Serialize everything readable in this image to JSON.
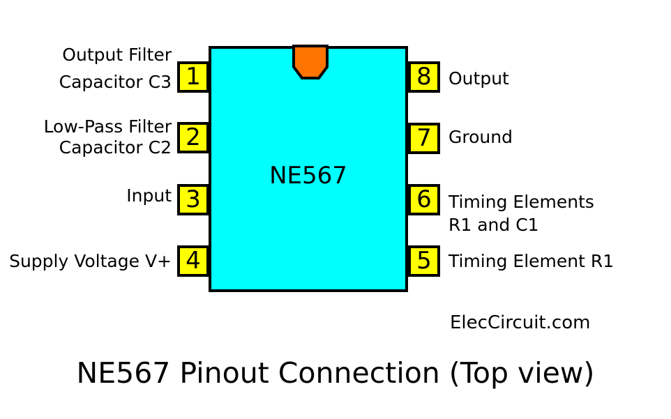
{
  "ic": {
    "name": "NE567",
    "body_color": "#00ffff",
    "pin_color": "#ffff00",
    "notch_color": "#ff7300"
  },
  "pins": {
    "left": [
      {
        "number": "1",
        "label": "Output Filter\nCapacitor C3"
      },
      {
        "number": "2",
        "label": "Low-Pass Filter\nCapacitor C2"
      },
      {
        "number": "3",
        "label": "Input"
      },
      {
        "number": "4",
        "label": "Supply Voltage V+"
      }
    ],
    "right": [
      {
        "number": "8",
        "label": "Output"
      },
      {
        "number": "7",
        "label": "Ground"
      },
      {
        "number": "6",
        "label": "Timing Elements\nR1 and C1"
      },
      {
        "number": "5",
        "label": "Timing Element R1"
      }
    ]
  },
  "watermark": "ElecCircuit.com",
  "title": "NE567 Pinout Connection (Top view)"
}
